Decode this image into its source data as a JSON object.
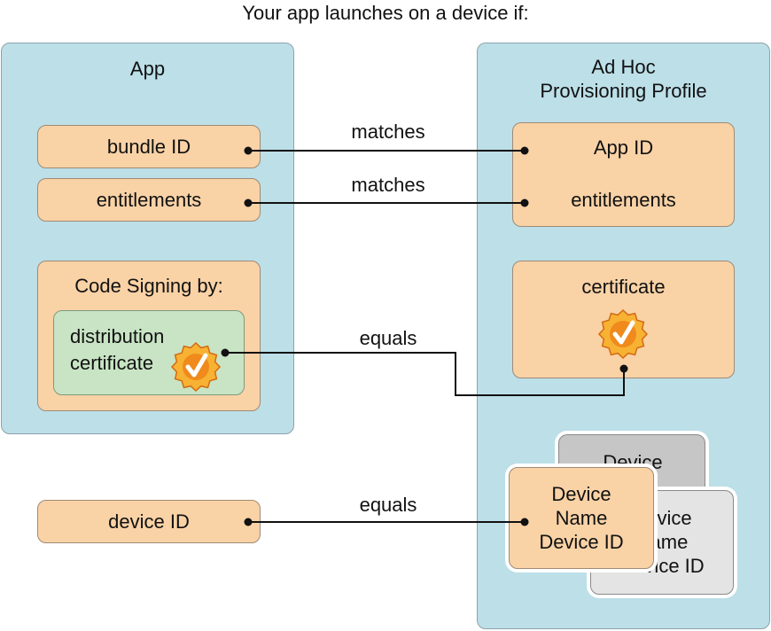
{
  "title": "Your app launches on a device if:",
  "app_panel": {
    "label": "App",
    "bundle_id": "bundle ID",
    "entitlements": "entitlements",
    "code_signing": {
      "label": "Code Signing by:",
      "cert_line1": "distribution",
      "cert_line2": "certificate"
    }
  },
  "device_id_box": "device ID",
  "profile_panel": {
    "label_line1": "Ad Hoc",
    "label_line2": "Provisioning Profile",
    "app_id": "App ID",
    "entitlements": "entitlements",
    "certificate": "certificate",
    "devices": {
      "back_line1": "Device",
      "mid_line1": "Device",
      "mid_line2": "Name",
      "mid_line3": "Device ID",
      "front_line1": "Device",
      "front_line2": "Name",
      "front_line3": "Device ID"
    }
  },
  "connectors": {
    "bundle_to_appid": "matches",
    "entitlements_to_entitlements": "matches",
    "cert_to_cert": "equals",
    "deviceid_to_device": "equals"
  },
  "colors": {
    "panel": "#bcdfe8",
    "box": "#f9d2a6",
    "cert_box": "#c8e4c4",
    "badge": "#f08a1c"
  },
  "icons": {
    "badge": "certificate-badge-icon"
  }
}
